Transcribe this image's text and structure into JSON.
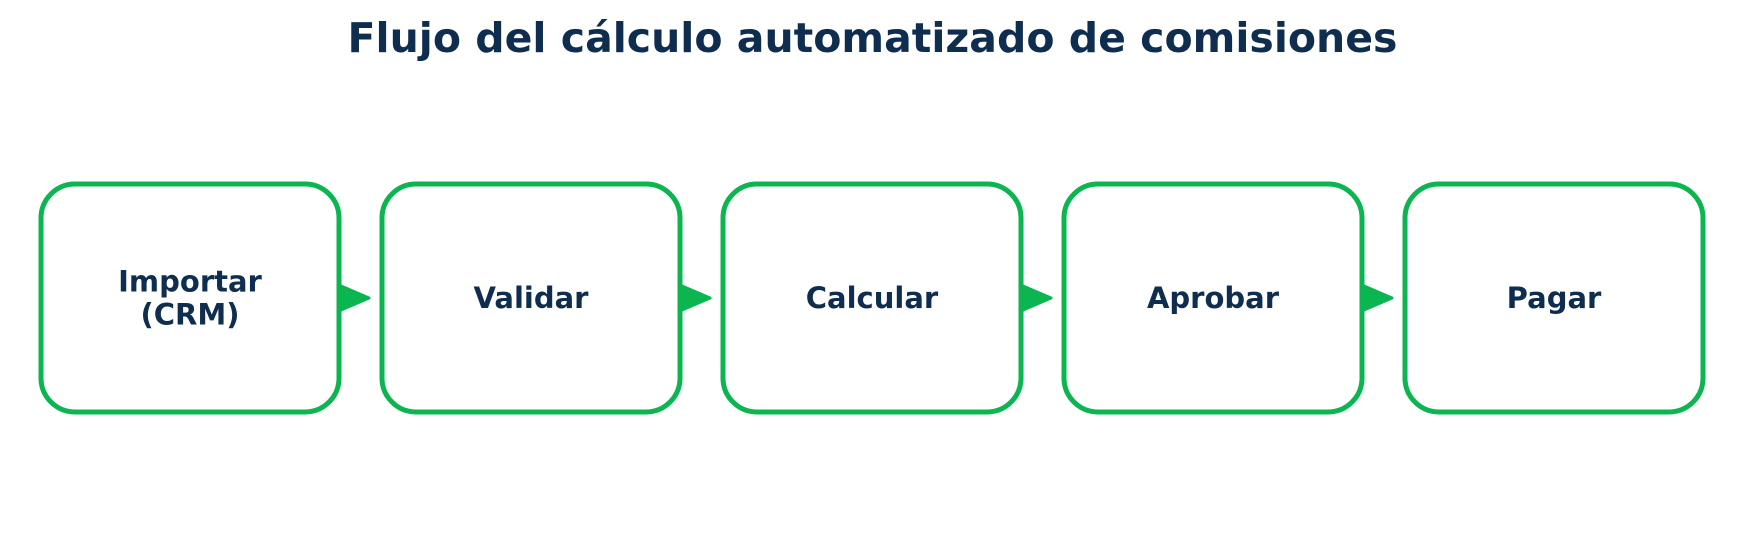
{
  "title": "Flujo del cálculo automatizado de comisiones",
  "colors": {
    "title": "#0f2d4f",
    "box_border": "#0bb550",
    "arrow": "#0bb550",
    "label": "#0f2d4f",
    "background": "#ffffff"
  },
  "steps": [
    {
      "lines": [
        "Importar",
        "(CRM)"
      ]
    },
    {
      "lines": [
        "Validar"
      ]
    },
    {
      "lines": [
        "Calcular"
      ]
    },
    {
      "lines": [
        "Aprobar"
      ]
    },
    {
      "lines": [
        "Pagar"
      ]
    }
  ]
}
